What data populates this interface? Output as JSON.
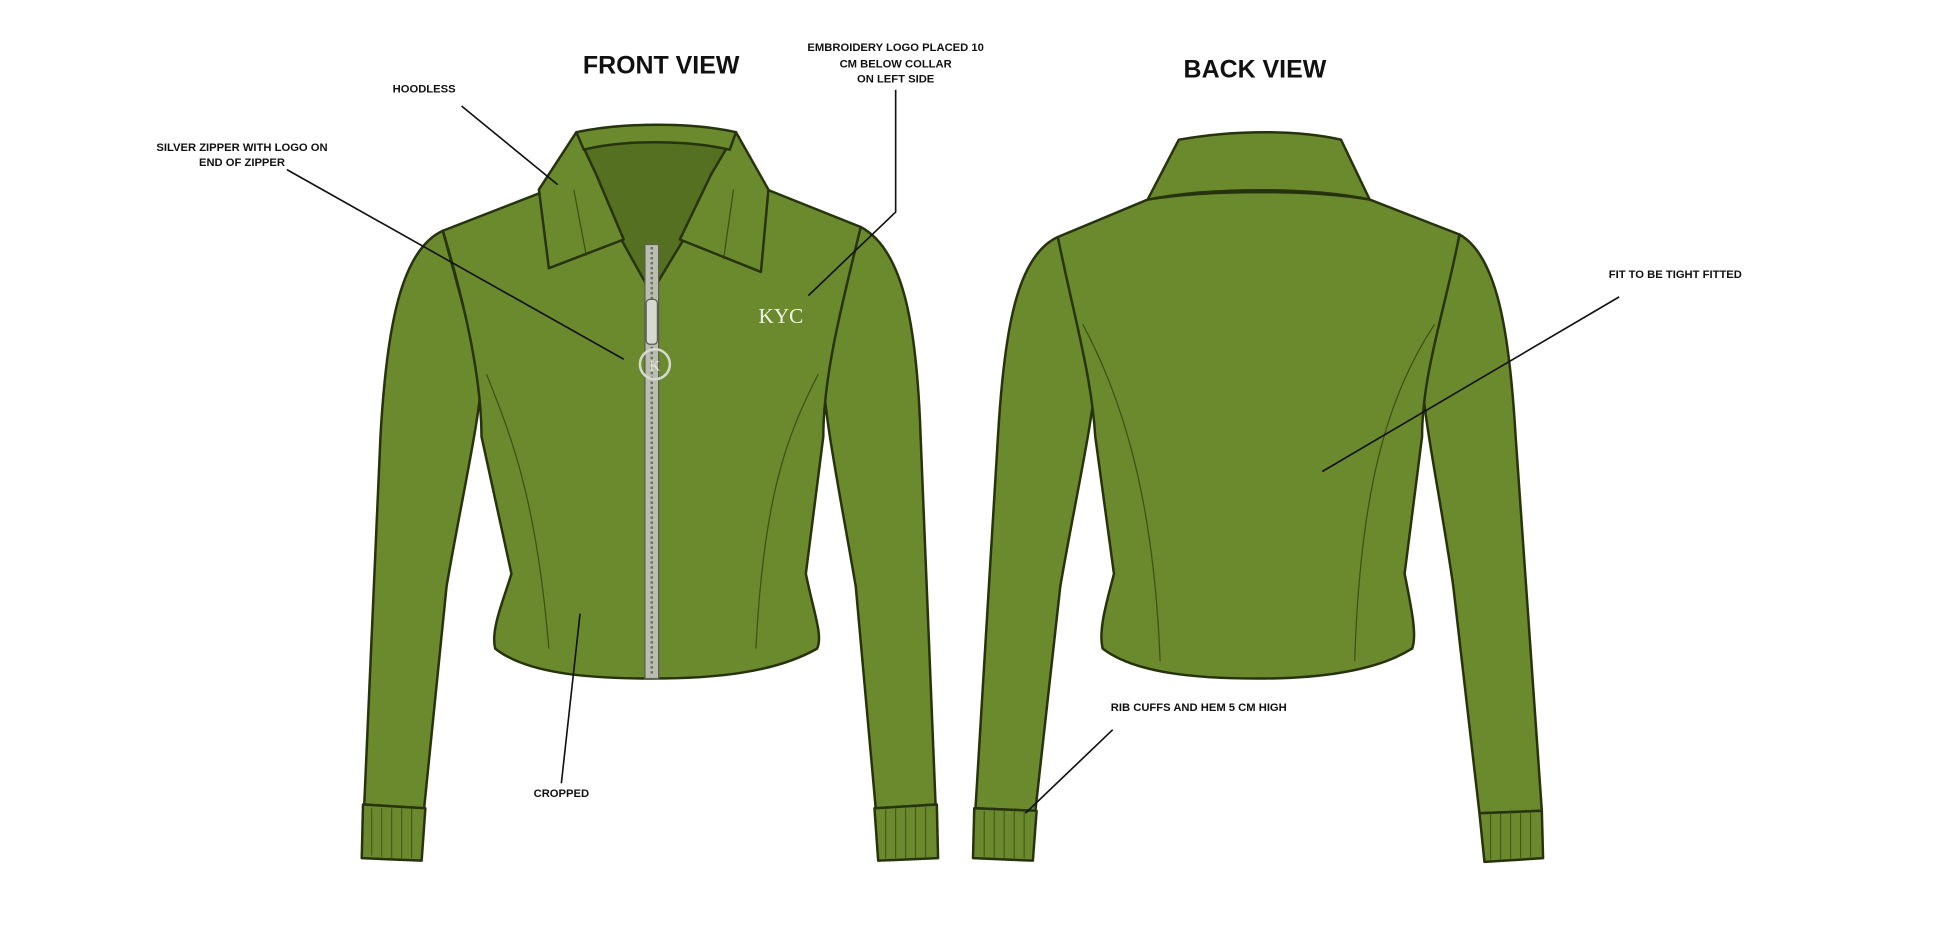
{
  "titles": {
    "front": "FRONT VIEW",
    "back": "BACK VIEW"
  },
  "annotations": {
    "hoodless": "HOODLESS",
    "zipper": [
      "SILVER ZIPPER WITH LOGO ON",
      "END OF ZIPPER"
    ],
    "embroidery": [
      "EMBROIDERY LOGO PLACED 10",
      "CM BELOW COLLAR",
      "ON LEFT SIDE"
    ],
    "fit": "FIT TO BE TIGHT FITTED",
    "rib": "RIB CUFFS AND HEM 5 CM HIGH",
    "cropped": "CROPPED"
  },
  "logo": {
    "text": "KYC"
  },
  "colors": {
    "garment": "#6b8a2e",
    "outline": "#26330d",
    "zipper": "#b9beb0"
  }
}
